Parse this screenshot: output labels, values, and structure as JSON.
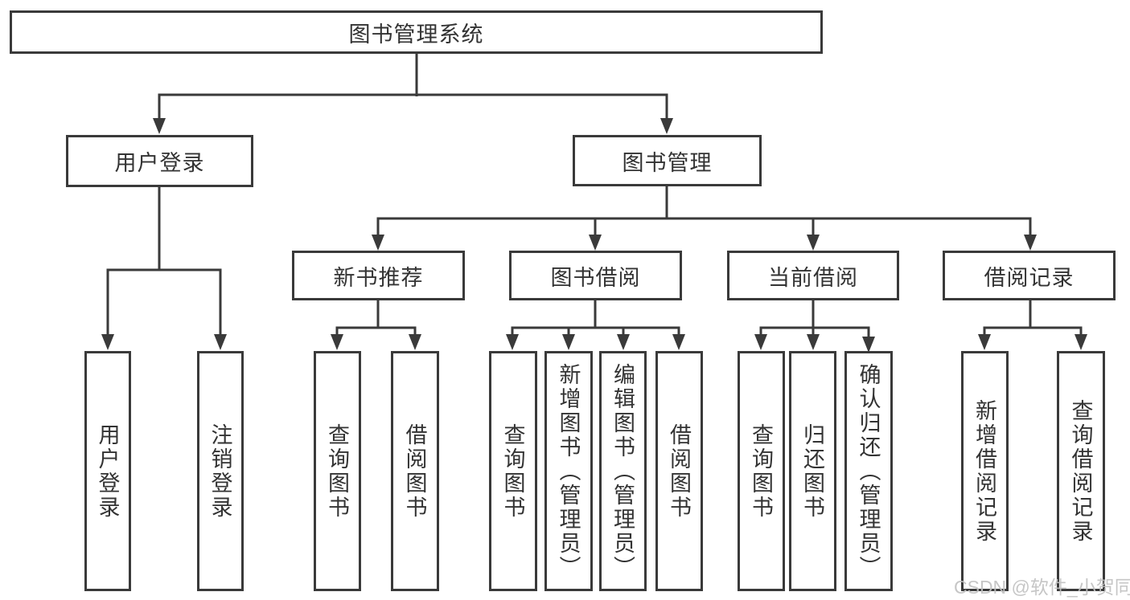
{
  "tree": {
    "label": "图书管理系统",
    "children": [
      {
        "label": "用户登录",
        "children": [
          {
            "label": "用户登录"
          },
          {
            "label": "注销登录"
          }
        ]
      },
      {
        "label": "图书管理",
        "children": [
          {
            "label": "新书推荐",
            "children": [
              {
                "label": "查询图书"
              },
              {
                "label": "借阅图书"
              }
            ]
          },
          {
            "label": "图书借阅",
            "children": [
              {
                "label": "查询图书"
              },
              {
                "label": "新增图书（管理员）"
              },
              {
                "label": "编辑图书（管理员）"
              },
              {
                "label": "借阅图书"
              }
            ]
          },
          {
            "label": "当前借阅",
            "children": [
              {
                "label": "查询图书"
              },
              {
                "label": "归还图书"
              },
              {
                "label": "确认归还（管理员）"
              }
            ]
          },
          {
            "label": "借阅记录",
            "children": [
              {
                "label": "新增借阅记录"
              },
              {
                "label": "查询借阅记录"
              }
            ]
          }
        ]
      }
    ]
  },
  "watermark": {
    "text": "CSDN @软件_小贺同学"
  },
  "colors": {
    "line": "#3a3a3a",
    "box_border": "#3a3a3a",
    "box_fill": "#ffffff",
    "text": "#333333",
    "watermark": "#c1c1c1",
    "background": "#ffffff"
  }
}
